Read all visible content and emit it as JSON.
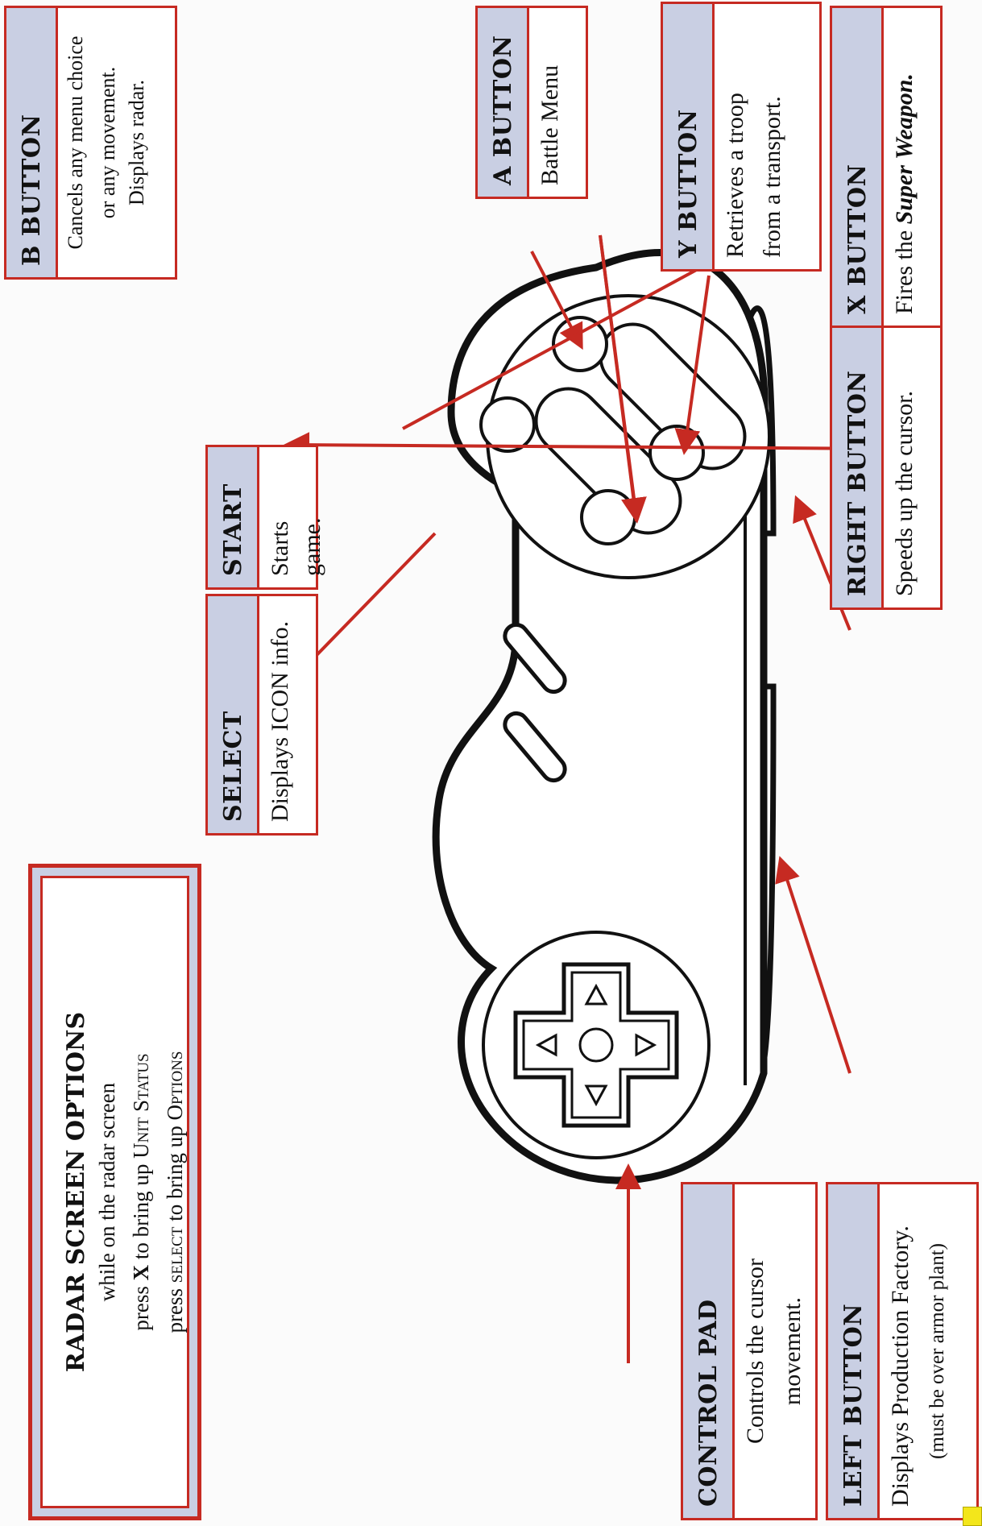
{
  "labels": {
    "left_button": {
      "title": "LEFT BUTTON",
      "desc": "Displays Production Factory.",
      "note": "(must be over armor plant)"
    },
    "control_pad": {
      "title": "CONTROL PAD",
      "desc_line1": "Controls the cursor",
      "desc_line2": "movement."
    },
    "right_button": {
      "title": "RIGHT BUTTON",
      "desc": "Speeds up the cursor."
    },
    "x_button": {
      "title": "X BUTTON",
      "desc_prefix": "Fires the",
      "desc_emph": "Super Weapon."
    },
    "y_button": {
      "title": "Y BUTTON",
      "desc_line1": "Retrieves a troop",
      "desc_line2": "from a transport."
    },
    "a_button": {
      "title": "A BUTTON",
      "desc": "Battle Menu"
    },
    "b_button": {
      "title": "B BUTTON",
      "desc_line1": "Cancels any menu choice",
      "desc_line2": "or any movement.",
      "desc_line3": "Displays radar."
    },
    "select": {
      "title": "SELECT",
      "desc": "Displays ICON info."
    },
    "start": {
      "title": "START",
      "desc": "Starts game."
    }
  },
  "radar": {
    "title": "RADAR SCREEN OPTIONS",
    "subtitle": "while on the radar screen",
    "line1_prefix": "press",
    "line1_key": "X",
    "line1_middle": "to bring up",
    "line1_target": "Unit Status",
    "line2_prefix": "press",
    "line2_key": "select",
    "line2_middle": "to bring up",
    "line2_target": "Options"
  },
  "colors": {
    "accent_red": "#c62a22",
    "title_fill": "#c9cfe3",
    "outline": "#111111"
  },
  "icons": [
    "control-pad-icon",
    "triangle-arrow-icon",
    "controller-outline-icon"
  ]
}
